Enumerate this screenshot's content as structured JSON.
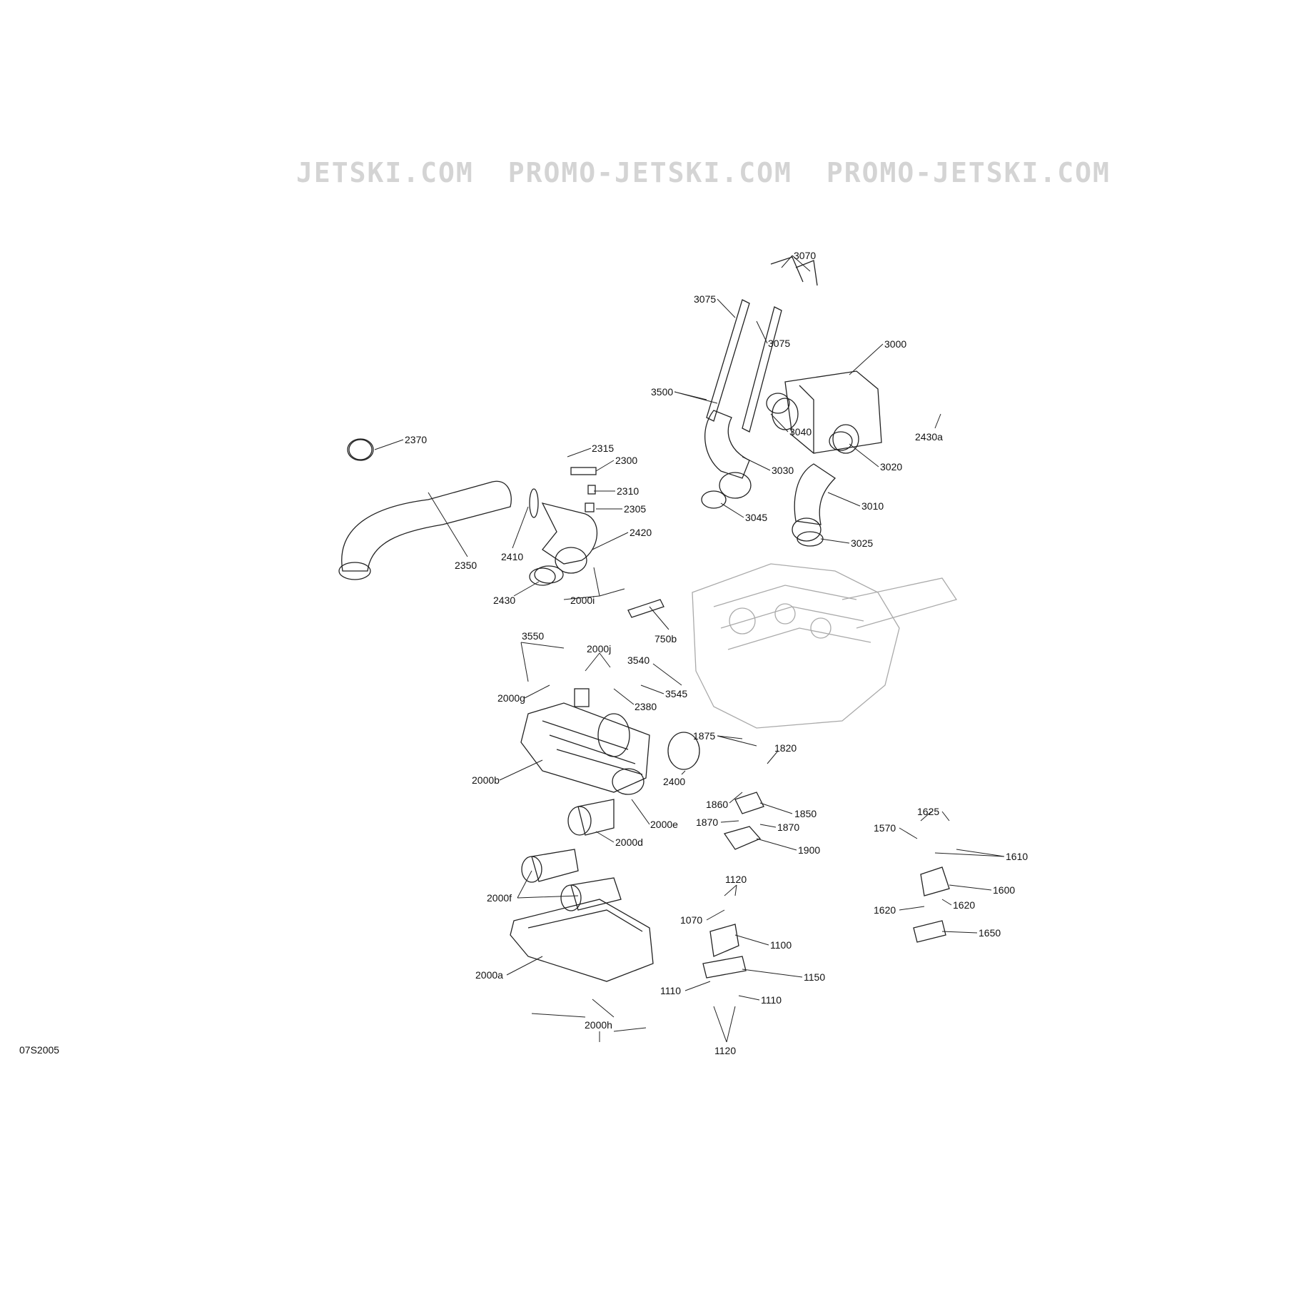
{
  "diagram_code": "07S2005",
  "watermarks": [
    "JETSKI.COM",
    "PROMO-JETSKI.COM",
    "PROMO-JETSKI.COM"
  ],
  "labels": [
    "3070",
    "3075",
    "3075",
    "3000",
    "3500",
    "2430a",
    "3040",
    "2370",
    "2315",
    "2300",
    "3020",
    "3030",
    "2310",
    "2305",
    "3010",
    "3045",
    "2420",
    "3025",
    "2410",
    "2350",
    "2430",
    "2000i",
    "750b",
    "3550",
    "2000j",
    "3540",
    "2000g",
    "3545",
    "2380",
    "1875",
    "1820",
    "2000b",
    "2400",
    "1860",
    "1850",
    "2000e",
    "1870",
    "1870",
    "1625",
    "1570",
    "2000d",
    "1900",
    "1610",
    "1120",
    "1600",
    "2000f",
    "1620",
    "1620",
    "1070",
    "1650",
    "1100",
    "2000a",
    "1150",
    "1110",
    "1110",
    "2000h",
    "1120"
  ]
}
